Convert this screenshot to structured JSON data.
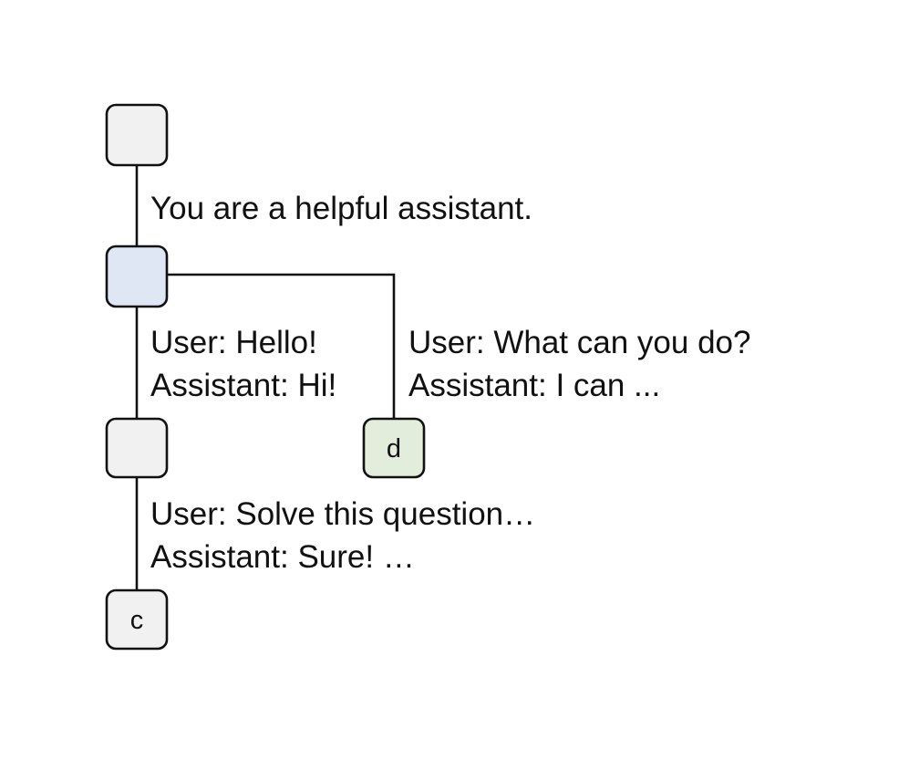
{
  "colors": {
    "node_default": "#f1f1f1",
    "node_highlight": "#dee7f3",
    "node_leaf_d": "#e2eedb",
    "line": "#111111"
  },
  "nodes": {
    "root": {
      "label": ""
    },
    "system": {
      "label": ""
    },
    "mid": {
      "label": ""
    },
    "d": {
      "label": "d"
    },
    "c": {
      "label": "c"
    }
  },
  "edges": {
    "system_prompt": {
      "line1": "You are a helpful assistant."
    },
    "hello_branch": {
      "line1": "User: Hello!",
      "line2": "Assistant: Hi!"
    },
    "what_branch": {
      "line1": "User: What can you do?",
      "line2": "Assistant: I can ..."
    },
    "solve_branch": {
      "line1": "User: Solve this question…",
      "line2": "Assistant: Sure! …"
    }
  }
}
